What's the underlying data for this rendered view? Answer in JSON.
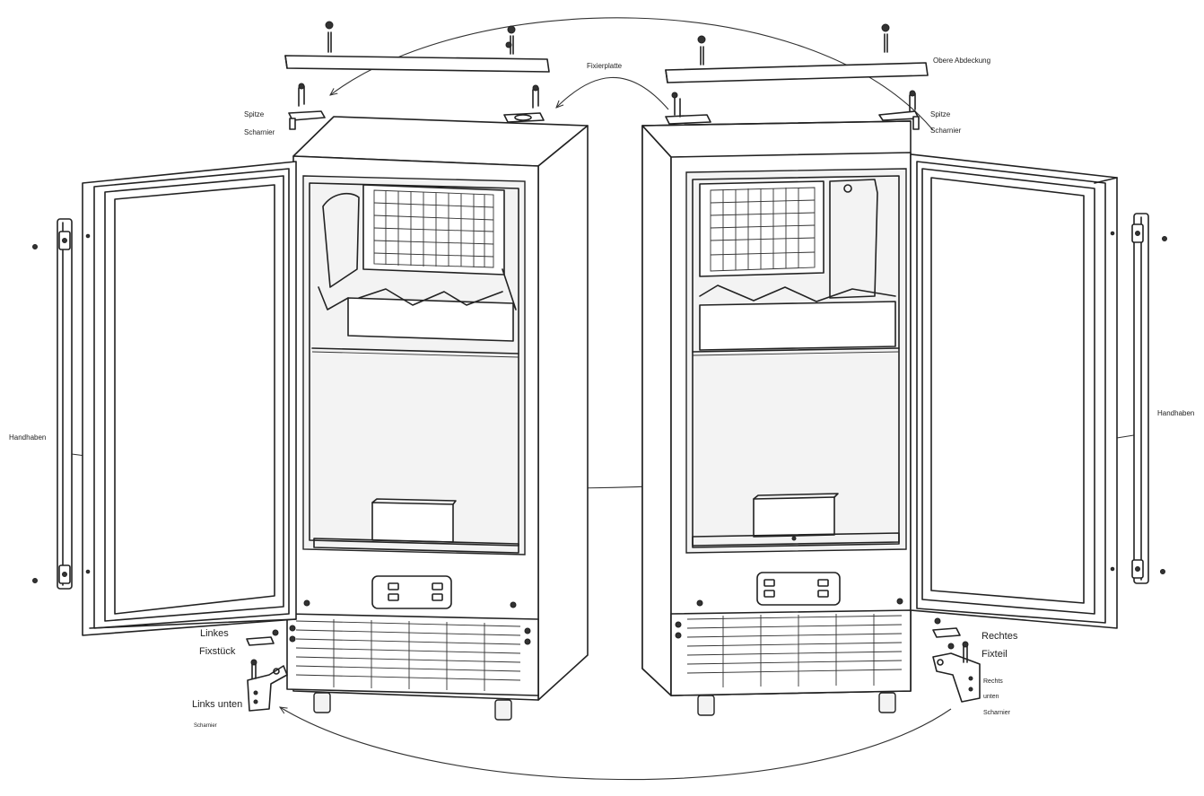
{
  "labels": {
    "upper_cover": "Obere Abdeckung",
    "fixing_plate": "Fixierplatte",
    "top_hinge_left_1": "Spitze",
    "top_hinge_left_2": "Scharnier",
    "top_hinge_right_1": "Spitze",
    "top_hinge_right_2": "Scharnier",
    "handle_left": "Handhaben",
    "handle_right": "Handhaben",
    "left_fixing_1": "Linkes",
    "left_fixing_2": "Fixstück",
    "right_fixing_1": "Rechtes",
    "right_fixing_2": "Fixteil",
    "bottom_hinge_left_1": "Links  unten",
    "bottom_hinge_left_2": "Scharnier",
    "bottom_hinge_right_1": "Rechts",
    "bottom_hinge_right_2": "unten",
    "bottom_hinge_right_3": "Scharnier"
  },
  "colors": {
    "line": "#222222",
    "background": "#ffffff"
  }
}
